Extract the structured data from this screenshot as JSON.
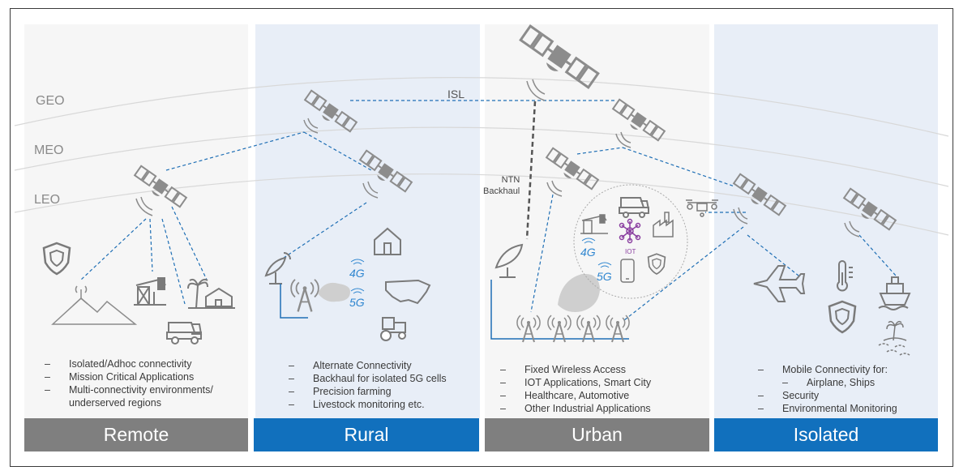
{
  "orbits": {
    "geo": "GEO",
    "meo": "MEO",
    "leo": "LEO"
  },
  "links": {
    "isl": "ISL",
    "ntn_backhaul_line1": "NTN",
    "ntn_backhaul_line2": "Backhaul"
  },
  "icon_labels": {
    "g4_rural": "4G",
    "g5_rural": "5G",
    "g4_urban": "4G",
    "g5_urban": "5G",
    "iot": "IOT"
  },
  "colors": {
    "grey_footer": "#7f7f7f",
    "blue_footer": "#1170bd",
    "grey_panel": "#f6f6f6",
    "blue_panel": "#e8eef7",
    "link_blue": "#1f6fb5",
    "icon_grey": "#8c8c8c"
  },
  "columns": [
    {
      "title": "Remote",
      "bullets": [
        "Isolated/Adhoc connectivity",
        "Mission Critical Applications",
        "Multi-connectivity environments/ underserved regions"
      ]
    },
    {
      "title": "Rural",
      "bullets": [
        "Alternate Connectivity",
        "Backhaul for isolated 5G cells",
        "Precision farming",
        "Livestock monitoring etc."
      ]
    },
    {
      "title": "Urban",
      "bullets": [
        "Fixed Wireless Access",
        "IOT Applications, Smart City",
        "Healthcare, Automotive",
        "Other Industrial Applications"
      ]
    },
    {
      "title": "Isolated",
      "bullets_top": "Mobile Connectivity for:",
      "bullets_sub": "Airplane, Ships",
      "bullets": [
        "Security",
        "Environmental Monitoring"
      ]
    }
  ],
  "dash": "–"
}
